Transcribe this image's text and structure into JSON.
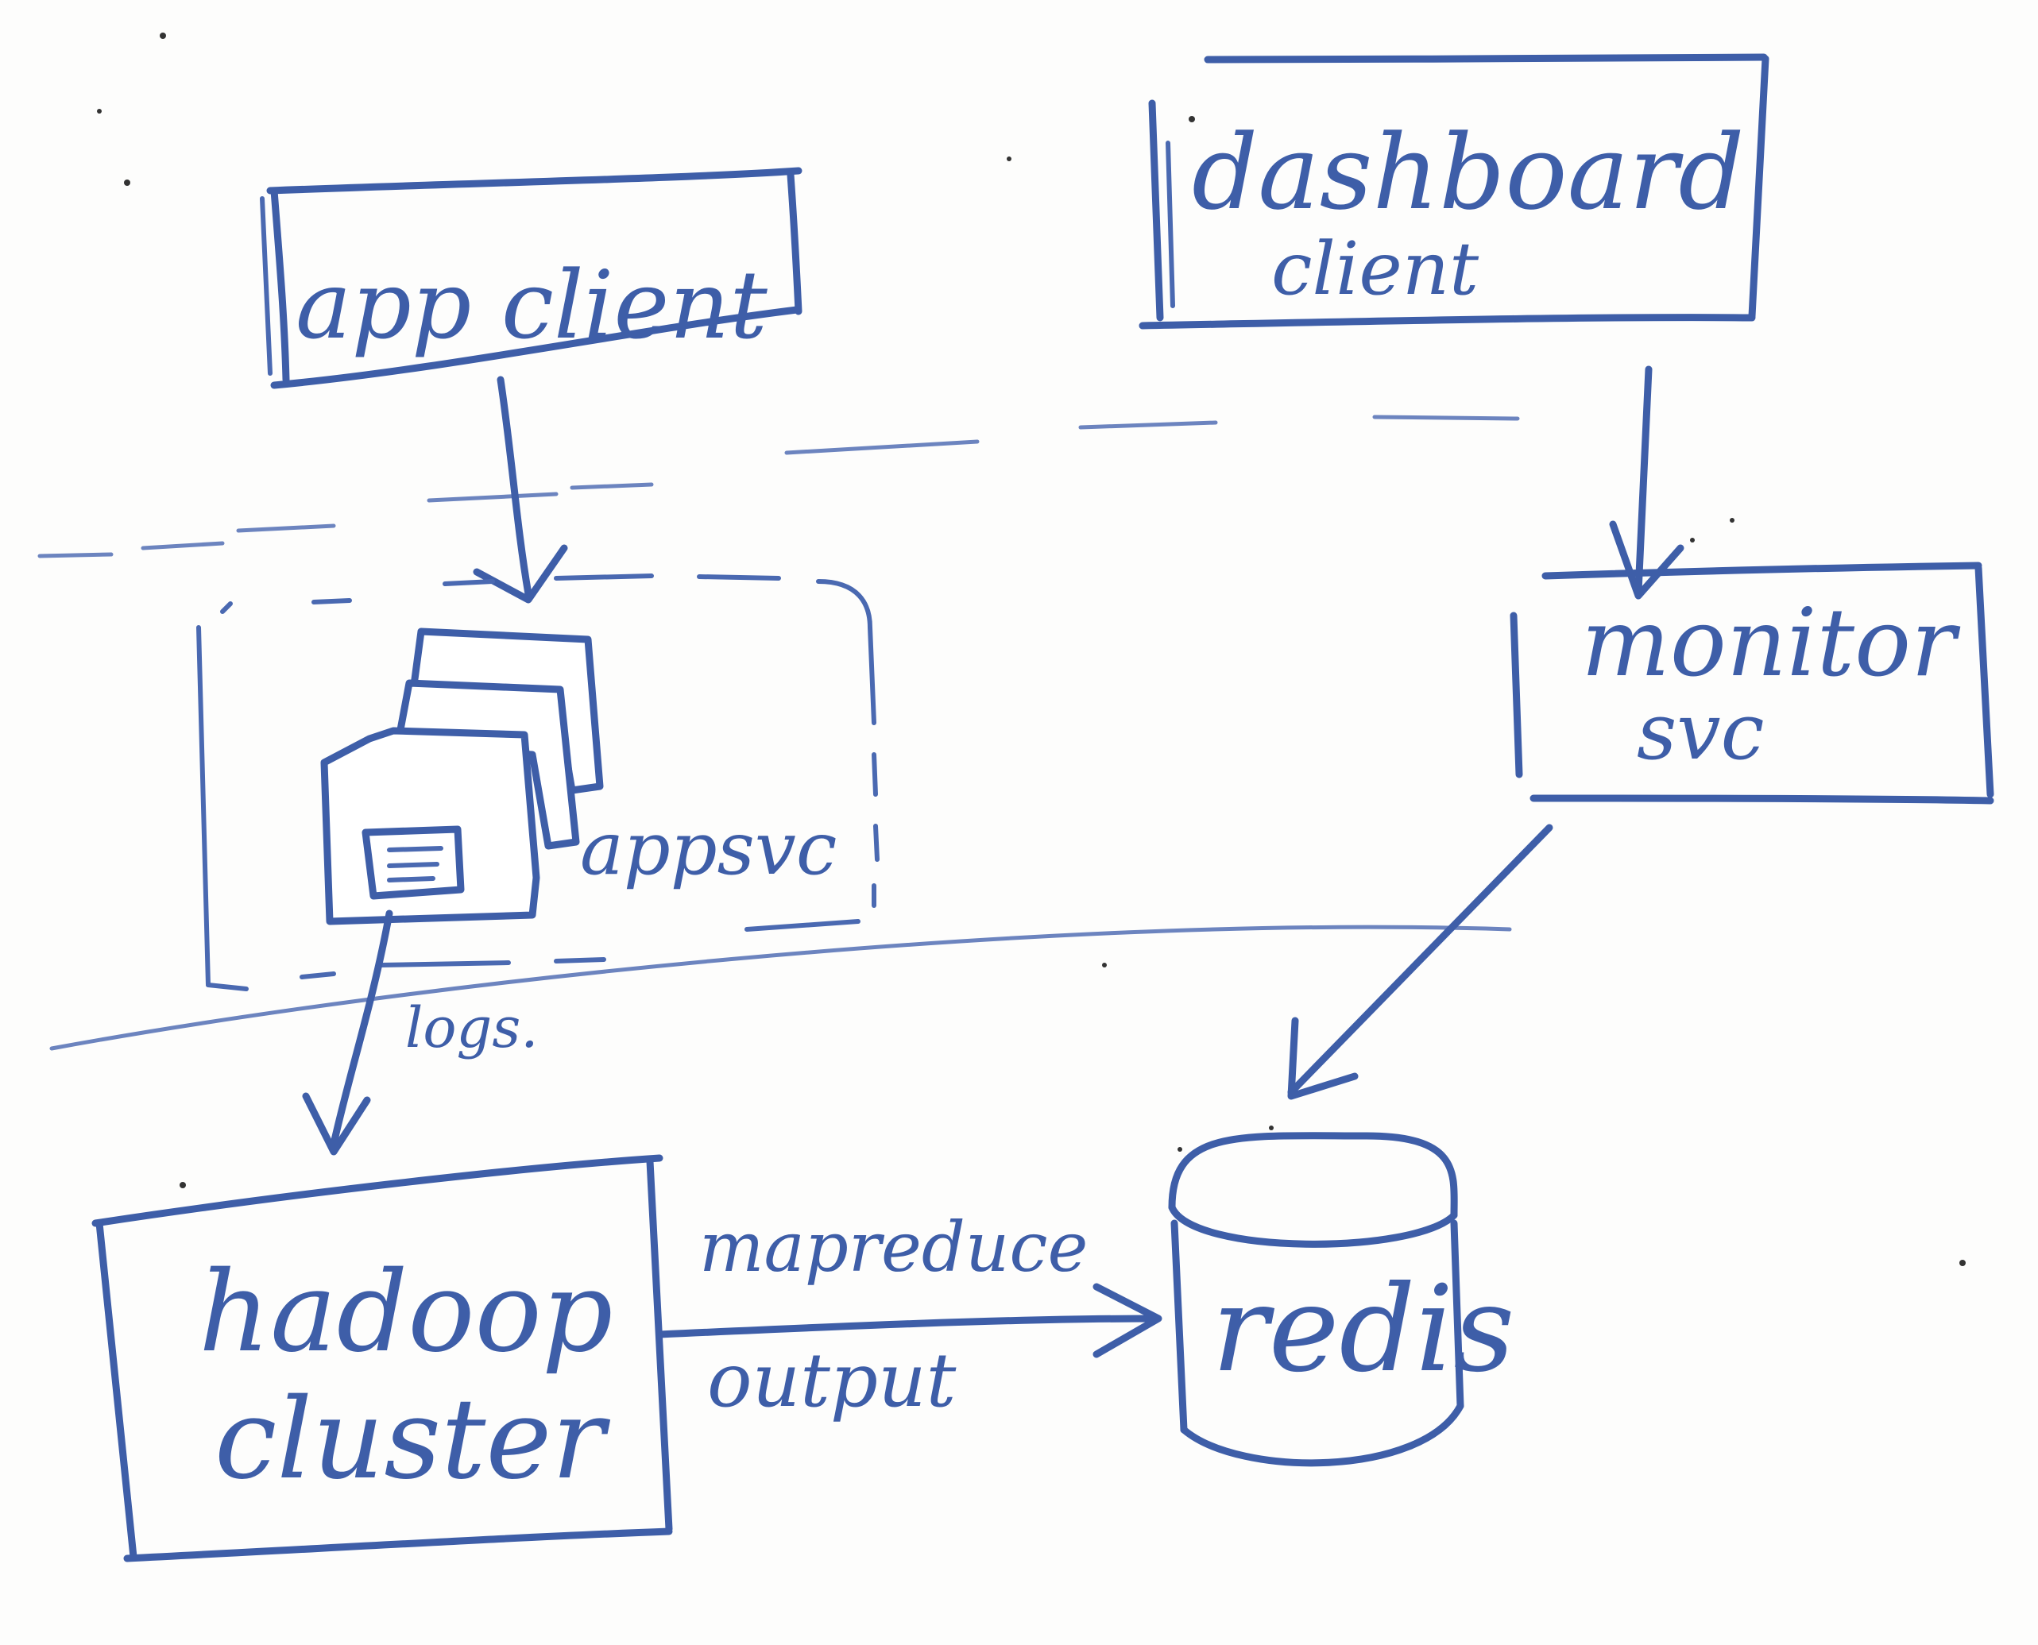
{
  "nodes": {
    "app_client": "app client",
    "dashboard_client_line1": "dashboard",
    "dashboard_client_line2": "client",
    "app_svc": "appsvc",
    "monitor_svc_line1": "monitor",
    "monitor_svc_line2": "svc",
    "hadoop_cluster_line1": "hadoop",
    "hadoop_cluster_line2": "cluster",
    "redis": "redis"
  },
  "edges": {
    "logs_label": "logs.",
    "mapreduce_label_line1": "mapreduce",
    "mapreduce_label_line2": "output"
  },
  "colors": {
    "ink": "#3e5ea8",
    "board": "#fdfdfc"
  }
}
